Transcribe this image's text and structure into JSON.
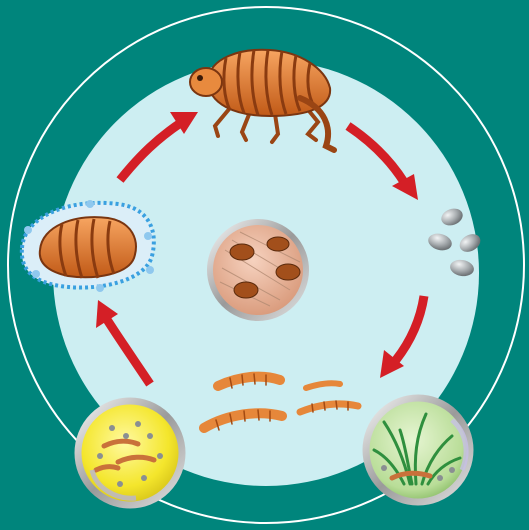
{
  "colors": {
    "background": "#00857c",
    "outer_ring": "#ffffff",
    "disc": "#cdeef2",
    "arrow": "#d41f26",
    "flea_body": "#e07b2a",
    "flea_stripe": "#8a3b10",
    "egg": "#9ea3a6",
    "larva": "#e6873a",
    "cocoon_halo": "#3aa0e0",
    "yellow_dish": "#f6eb3a",
    "green_dish": "#bfe3a0",
    "grass": "#3aa04a",
    "center_dish": "#e8b59a"
  },
  "diagram": {
    "stages": [
      {
        "name": "adult-flea",
        "icon": "adult-flea-icon"
      },
      {
        "name": "eggs",
        "icon": "flea-eggs-icon"
      },
      {
        "name": "larvae-in-grass",
        "icon": "grass-dish-icon"
      },
      {
        "name": "larvae",
        "icon": "larvae-icon"
      },
      {
        "name": "larvae-in-yellow-dish",
        "icon": "yellow-dish-icon"
      },
      {
        "name": "pupa-cocoon",
        "icon": "cocoon-icon"
      }
    ],
    "center": {
      "icon": "flea-dish-icon"
    }
  }
}
